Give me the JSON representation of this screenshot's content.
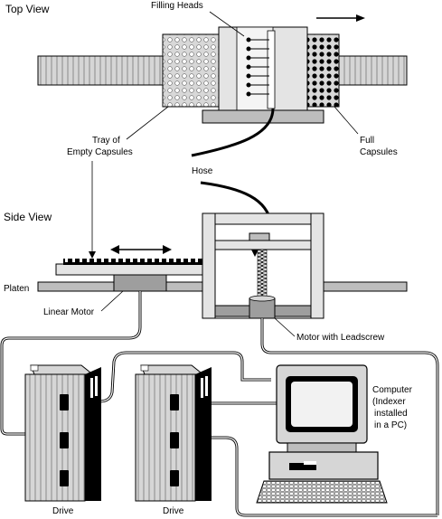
{
  "top_view": {
    "title": "Top View",
    "filling_heads": "Filling Heads",
    "tray_line1": "Tray of",
    "tray_line2": "Empty Capsules",
    "full_line1": "Full",
    "full_line2": "Capsules",
    "hose": "Hose"
  },
  "side_view": {
    "title": "Side View",
    "platen": "Platen",
    "linear_motor": "Linear Motor",
    "motor_leadscrew": "Motor with Leadscrew"
  },
  "computer": {
    "line1": "Computer",
    "line2": "(Indexer",
    "line3": "installed",
    "line4": "in a PC)"
  },
  "drives": {
    "left": "Drive",
    "right": "Drive"
  }
}
